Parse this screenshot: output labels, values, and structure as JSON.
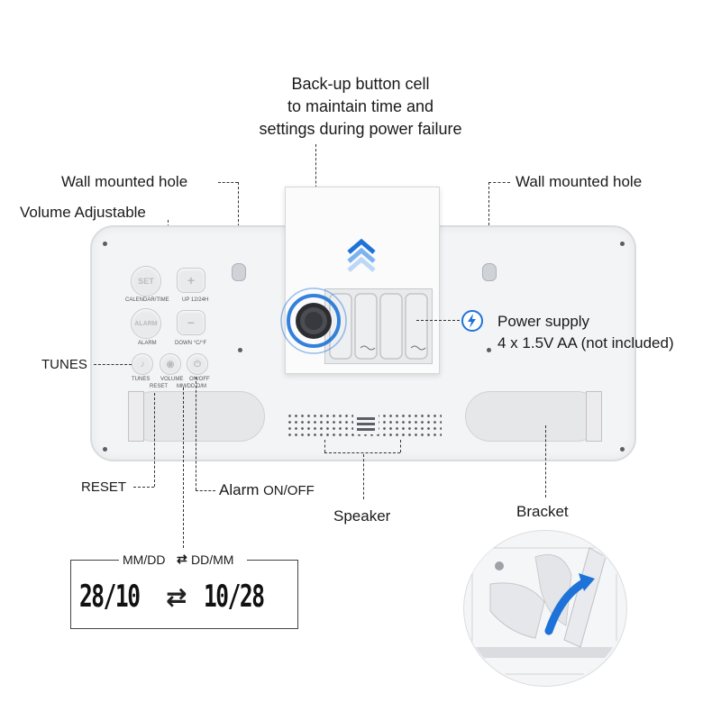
{
  "captions": {
    "backup_line1": "Back-up button cell",
    "backup_line2": "to maintain time and",
    "backup_line3": "settings during power failure",
    "wall_hole_left": "Wall mounted hole",
    "wall_hole_right": "Wall mounted hole",
    "volume": "Volume Adjustable",
    "tunes": "TUNES",
    "power_line1": "Power supply",
    "power_line2": "4 x 1.5V AA (not included)",
    "reset": "RESET",
    "alarm_onoff_prefix": "Alarm",
    "alarm_onoff_suffix": "ON/OFF",
    "speaker": "Speaker",
    "bracket": "Bracket"
  },
  "device": {
    "btn_set": "SET",
    "btn_alarm": "ALARM",
    "label_calendar_time": "CALENDAR/TIME",
    "label_up_1224": "UP 12/24H",
    "label_alarm": "ALARM",
    "label_down_cf": "DOWN °C/°F",
    "label_tunes": "TUNES",
    "label_volume": "VOLUME",
    "label_onoff": "ON/OFF",
    "label_reset": "RESET",
    "label_mmdd": "MM/DD D/M"
  },
  "date_format": {
    "header_left": "MM/DD",
    "header_right": "DD/MM",
    "swap_symbol": "⇄",
    "display_left": "28/10",
    "display_right": "10/28",
    "arrow": "⇄"
  },
  "colors": {
    "accent_blue": "#1e73d8",
    "device_body": "#f3f4f6",
    "device_border": "#d9dbde"
  },
  "icons": {
    "power": "lightning-bolt-icon",
    "upload": "chevron-up-arrows-icon",
    "coin_cell": "coin-cell-battery-icon"
  }
}
